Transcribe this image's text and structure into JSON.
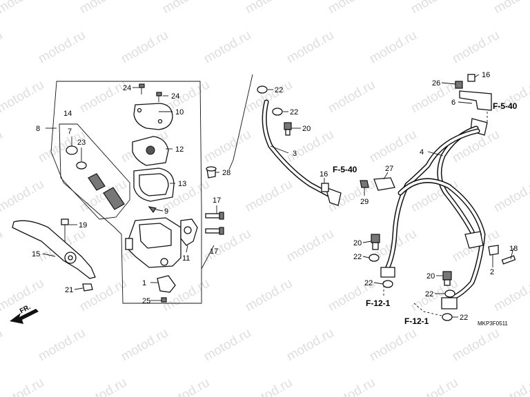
{
  "watermark": "motod.ru",
  "diagram_code": "MKP3F0511",
  "direction_label": "FR.",
  "refs": [
    "F-5-40",
    "F-5-40",
    "F-12-1",
    "F-12-1"
  ],
  "callouts": [
    "24",
    "24",
    "10",
    "12",
    "13",
    "28",
    "9",
    "17",
    "17",
    "11",
    "1",
    "25",
    "14",
    "8",
    "7",
    "23",
    "19",
    "15",
    "21",
    "22",
    "22",
    "20",
    "3",
    "16",
    "27",
    "29",
    "20",
    "22",
    "22",
    "16",
    "26",
    "6",
    "4",
    "18",
    "2",
    "20",
    "22",
    "22"
  ]
}
